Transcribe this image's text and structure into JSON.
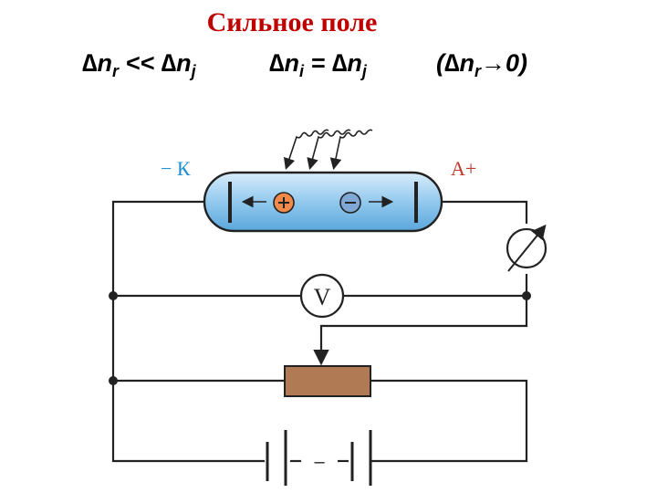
{
  "title": "Сильное поле",
  "formula": {
    "part1": {
      "delta1": "∆",
      "n1": "n",
      "sub1": "r",
      "op": " << ",
      "delta2": "∆",
      "n2": "n",
      "sub2": "j"
    },
    "part2": {
      "delta1": "∆",
      "n1": "n",
      "sub1": "i",
      "op": " = ",
      "delta2": "∆",
      "n2": "n",
      "sub2": "j"
    },
    "part3": {
      "open": "(∆",
      "n": "n",
      "sub": "r",
      "arrow": "→0)"
    }
  },
  "diagram": {
    "cathode_label": "− К",
    "anode_label": "А+",
    "voltmeter_label": "V",
    "positive_ion_symbol": "+",
    "negative_ion_symbol": "−",
    "battery_gap_label": "–",
    "colors": {
      "tube_fill_light": "#d8ecfa",
      "tube_fill_dark": "#6cb4e4",
      "tube_stroke": "#222222",
      "ion_fill": "#f0894a",
      "cathode_label": "#1b8fd2",
      "anode_label": "#c0392b",
      "resistor_fill": "#b07a55",
      "title": "#c00000"
    }
  }
}
